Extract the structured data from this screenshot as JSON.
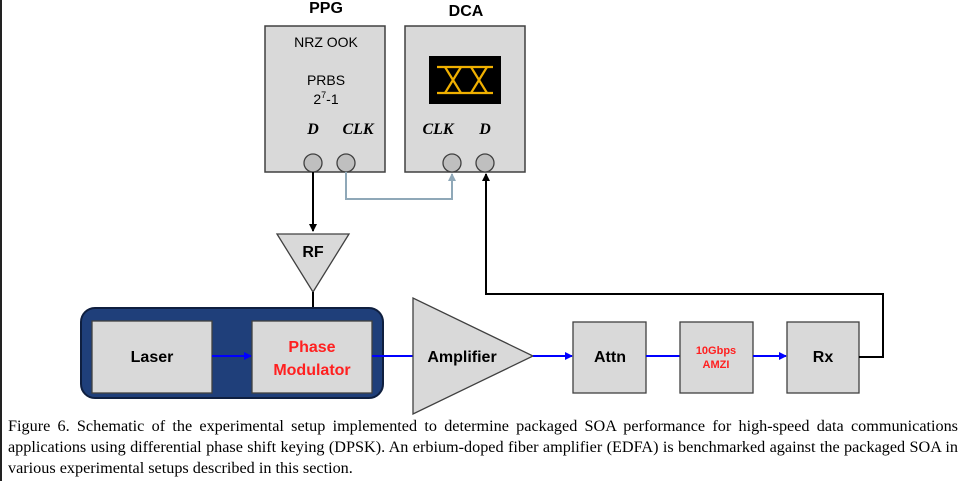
{
  "diagram": {
    "instruments": {
      "ppg": {
        "title": "PPG",
        "line1": "NRZ OOK",
        "line2": "PRBS",
        "prbs_base": "2",
        "prbs_exp": "7",
        "prbs_tail": "-1",
        "port_d": "D",
        "port_clk": "CLK"
      },
      "dca": {
        "title": "DCA",
        "port_clk": "CLK",
        "port_d": "D",
        "display": "eye-diagram-icon"
      }
    },
    "rf": {
      "label": "RF"
    },
    "laser": {
      "label": "Laser"
    },
    "phase_modulator": {
      "line1": "Phase",
      "line2": "Modulator"
    },
    "amplifier": {
      "label": "Amplifier"
    },
    "attn": {
      "label": "Attn"
    },
    "amzi": {
      "line1": "10Gbps",
      "line2": "AMZI"
    },
    "rx": {
      "label": "Rx"
    },
    "colors": {
      "box_fill": "#d9d9d9",
      "box_stroke": "#404040",
      "frame_fill": "#1f3f7a",
      "optical_link": "#0000ff",
      "clock_link": "#8fa8b8",
      "electrical_link": "#000000",
      "red_text": "#ff2020",
      "eye_trace": "#f0b000"
    }
  },
  "caption": {
    "text": "Figure 6. Schematic of the experimental setup implemented to determine packaged SOA performance for high-speed data communications applications using differential phase shift keying (DPSK).  An erbium-doped fiber amplifier (EDFA) is benchmarked against the packaged SOA in various experimental setups described in this section."
  }
}
